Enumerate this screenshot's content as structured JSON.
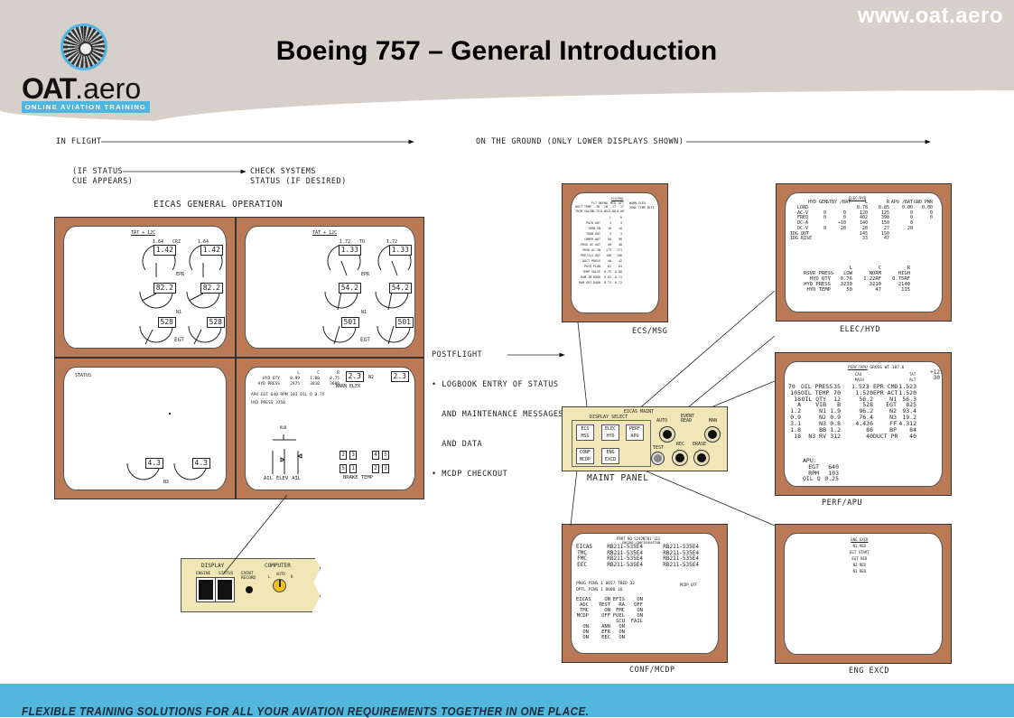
{
  "header": {
    "site": "www.oat.aero",
    "title": "Boeing 757 – General Introduction",
    "logo": {
      "name": "OAT",
      "suffix": ".aero",
      "tagline": "ONLINE AVIATION TRAINING"
    }
  },
  "footer": {
    "text": "FLEXIBLE TRAINING SOLUTIONS FOR ALL YOUR AVIATION REQUIREMENTS TOGETHER IN ONE PLACE."
  },
  "flow": {
    "in_flight": "IN FLIGHT",
    "on_ground": "ON THE GROUND (ONLY LOWER DISPLAYS SHOWN)",
    "status_cue": "(IF STATUS",
    "status_cue2": "CUE APPEARS)",
    "check": "CHECK SYSTEMS",
    "check2": "STATUS (IF DESIRED)",
    "eicas_title": "EICAS GENERAL OPERATION",
    "postflight": "POSTFLIGHT",
    "post_items": [
      "• LOGBOOK ENTRY OF STATUS",
      "  AND MAINTENANCE MESSAGES",
      "  AND DATA",
      "• MCDP CHECKOUT"
    ]
  },
  "eicas": {
    "left": {
      "tat": "TAT + 12C",
      "epr_max": "1.64",
      "mode": "CRZ",
      "epr": [
        "1.42",
        "1.42"
      ],
      "n1": [
        "82.2",
        "82.2"
      ],
      "egt": [
        "528",
        "528"
      ],
      "epr_label": "EPR",
      "n1_label": "N1",
      "egt_label": "EGT"
    },
    "right": {
      "tat": "TAT + 12C",
      "epr_max": "1.72",
      "mode": "TO",
      "epr": [
        "1.33",
        "1.33"
      ],
      "n1": [
        "54.2",
        "54.2"
      ],
      "egt": [
        "501",
        "501"
      ],
      "epr_label": "EPR",
      "n1_label": "N1",
      "egt_label": "EGT"
    },
    "status": {
      "title": "STATUS",
      "values": [
        "4.3",
        "4.3"
      ],
      "label": "N3"
    },
    "status_right": {
      "rows": [
        [
          "",
          "L",
          "C",
          "R"
        ],
        [
          "HYD QTY",
          "0.99",
          "1.00",
          "0.75"
        ],
        [
          "HYD PRESS",
          "2975",
          "3010",
          "3000"
        ]
      ],
      "apu": "APU  EGT 640  RPM 103  OIL Q 0.75",
      "pressure": "HYD PRESS  3750",
      "warn": "WARN ELEX",
      "vib": [
        "2.3",
        "2.3"
      ],
      "vib_label": "N2",
      "surfaces": [
        "AIL",
        "ELEV",
        "AIL"
      ],
      "rud": "RUD",
      "brake": [
        "2",
        "3",
        "4",
        "5",
        "5",
        "1",
        "2",
        "3"
      ],
      "brake_label": "BRAKE TEMP"
    }
  },
  "ecs_msg": {
    "title": "ECS/MSG",
    "label": "ECS/MSG",
    "top": [
      [
        "",
        "FLT DK",
        "FWD",
        "MID",
        "AFT"
      ],
      [
        "DUCT TEMP",
        "30",
        "28",
        "17",
        "17"
      ],
      [
        "TRIM VALVE",
        "0.75",
        "0.80",
        "0.00",
        "0.00"
      ]
    ],
    "msgs": [
      "WARN ELEX",
      "ZONE TEMP BITE"
    ],
    "rows": [
      [
        "",
        "L",
        "R"
      ],
      [
        "PACK OUT",
        "3",
        "3"
      ],
      [
        "TURB IN",
        "10",
        "10"
      ],
      [
        "TURB OUT",
        "3",
        "3"
      ],
      [
        "COMPR OUT",
        "98",
        "98"
      ],
      [
        "PRSR AC OUT",
        "48",
        "48"
      ],
      [
        "PRSR AC IN",
        "173",
        "173"
      ],
      [
        "PRE/CLG OUT",
        "196",
        "196"
      ],
      [
        "DUCT PRESS",
        "40",
        "42"
      ],
      [
        "PACK FLOW",
        "62",
        "64"
      ],
      [
        "TEMP VALVE",
        "0.75",
        "0.80"
      ],
      [
        "RAM IN DOOR",
        "0.62",
        "0.71"
      ],
      [
        "RAM OUT DOOR",
        "0.73",
        "0.72"
      ]
    ]
  },
  "elec_hyd": {
    "title": "ELEC/HYD",
    "label": "ELEC/HYD",
    "elec": [
      [
        "",
        "HYD GEN",
        "STBY /BAT",
        "L",
        "R",
        "APU /BAT",
        "GND PWR"
      ],
      [
        "LOAD",
        "",
        "",
        "0.78",
        "0.85",
        "0.00",
        "0.00"
      ],
      [
        "AC-V",
        "0",
        "0",
        "120",
        "125",
        "0",
        "0"
      ],
      [
        "FREQ",
        "0",
        "0",
        "402",
        "398",
        "0",
        "0"
      ],
      [
        "DC-A",
        "",
        "+10",
        "140",
        "150",
        "0",
        ""
      ],
      [
        "DC-V",
        "0",
        "28",
        "28",
        "27",
        "28",
        ""
      ],
      [
        "IDG OUT",
        "",
        "",
        "145",
        "150",
        "",
        ""
      ],
      [
        "IDG RISE",
        "",
        "",
        "33",
        "47",
        "",
        ""
      ]
    ],
    "hyd": [
      [
        "",
        "L",
        "C",
        "R"
      ],
      [
        "RSVR PRESS",
        "LOW",
        "NORM",
        "HIGH"
      ],
      [
        "HYD QTY",
        "0.76",
        "1.22RF",
        "0.75RF"
      ],
      [
        "HYD PRESS",
        "3230",
        "3210",
        "2140"
      ],
      [
        "HYD TEMP",
        "50",
        "47",
        "115"
      ]
    ]
  },
  "perf_apu": {
    "title": "PERF/APU",
    "label": "PERF/APU",
    "gross_wt": "GROSS WT 107.6",
    "cas": "CAS",
    "mach": "MACH",
    "tat": "TAT",
    "tat_val": "+12",
    "alt": "ALT",
    "alt_val": "30",
    "left": [
      [
        "70",
        "OIL PRESS",
        "35"
      ],
      [
        "105",
        "OIL TEMP",
        "70"
      ],
      [
        "18",
        "OIL QTY",
        "12"
      ],
      [
        "A",
        "VIB",
        "B"
      ],
      [
        "1.2",
        "N1",
        "1.9"
      ],
      [
        "0.9",
        "N2",
        "0.9"
      ],
      [
        "3.1",
        "N3",
        "0.8"
      ],
      [
        "1.8",
        "BB",
        "1.2"
      ],
      [
        "18",
        "N3 RV",
        "312"
      ]
    ],
    "apu": [
      [
        "APU:",
        ""
      ],
      [
        "EGT",
        "640"
      ],
      [
        "RPM",
        "103"
      ],
      [
        "OIL Q",
        "0.25"
      ]
    ],
    "right": [
      [
        "1.523",
        "EPR CMD",
        "1.523"
      ],
      [
        "1.520",
        "EPR ACT",
        "1.520"
      ],
      [
        "56.2",
        "N1",
        "56.3"
      ],
      [
        "528",
        "EGT",
        "825"
      ],
      [
        "96.2",
        "N2",
        "93.4"
      ],
      [
        "76.4",
        "N3",
        "19.2"
      ],
      [
        "4.436",
        "FF",
        "4.312"
      ],
      [
        "86",
        "BP",
        "84"
      ],
      [
        "40",
        "DUCT PR",
        "40"
      ]
    ]
  },
  "conf_mcdp": {
    "label": "CONF/MCDP",
    "part": "PART NO  S242N701-111",
    "config": "ENGINE CONFIGURATION",
    "engines": [
      [
        "EICAS",
        "RB211-535E4",
        "RB211-535E4"
      ],
      [
        "TMC",
        "RB211-535E4",
        "RB211-535E4"
      ],
      [
        "FMC",
        "RB211-535E4",
        "RB211-535E4"
      ],
      [
        "EEC",
        "RB211-535E4",
        "RB211-535E4"
      ]
    ],
    "prog": "PROG PINS  1 8657  7BED 32",
    "mcdp": "MCDP OFF",
    "optl": "OPTL PINS  1 8000  16",
    "status": [
      [
        "EICAS",
        "ON",
        "EFIS",
        "ON"
      ],
      [
        "ADC",
        "TEST",
        "RA",
        "OFF"
      ],
      [
        "TMC",
        "ON",
        "FMC",
        "ON"
      ],
      [
        "MCDP",
        "OFF",
        "FUEL",
        "ON"
      ],
      [
        "",
        "",
        "SCU",
        "FAIL"
      ],
      [
        "ON",
        "ANN",
        "ON",
        ""
      ],
      [
        "ON",
        "EFR",
        "ON",
        ""
      ],
      [
        "ON",
        "EEC",
        "ON",
        ""
      ]
    ]
  },
  "eng_excd": {
    "label": "ENG EXCD",
    "title": "ENG EXCD",
    "items": [
      "N1 RED",
      "EGT START",
      "EGT RED",
      "N2 RED",
      "N3 RED"
    ]
  },
  "maint_panel": {
    "label": "MAINT PANEL",
    "eicas_maint": "EICAS MAINT",
    "display_select": "DISPLAY SELECT",
    "buttons": [
      [
        "ECS",
        "MSG"
      ],
      [
        "ELEC",
        "HYD"
      ],
      [
        "PERF",
        "APU"
      ],
      [
        "CONF",
        "MCDP"
      ],
      [
        "ENG",
        "EXCD"
      ]
    ],
    "auto": "AUTO",
    "event_read": "EVENT READ",
    "man": "MAN",
    "test": "TEST",
    "rec": "REC",
    "erase": "ERASE"
  },
  "display_panel": {
    "display": "DISPLAY",
    "engine": "ENGINE",
    "status": "STATUS",
    "event_record": "EVENT RECORD",
    "computer": "COMPUTER",
    "l": "L",
    "auto": "AUTO",
    "r": "R"
  }
}
